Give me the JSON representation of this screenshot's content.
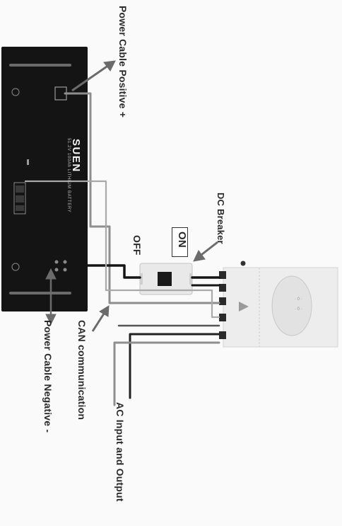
{
  "labels": {
    "power_positive": "Power Cable Positive +",
    "dc_breaker": "DC Breaker",
    "on": "ON",
    "off": "OFF",
    "can": "CAN communication",
    "power_negative": "Power Cable Negative -",
    "ac": "AC Input and Output"
  },
  "battery": {
    "brand": "SUEN",
    "subtitle": "51.2V 100Ah LITHIUM BATTERY"
  },
  "colors": {
    "battery_body": "#141414",
    "positive_cable": "#8e8e8e",
    "negative_cable": "#151515",
    "can_cable": "#a9a9a9",
    "arrow": "#6b6b6b",
    "inverter_body": "#ededed",
    "breaker_body": "#e9e9e9"
  }
}
